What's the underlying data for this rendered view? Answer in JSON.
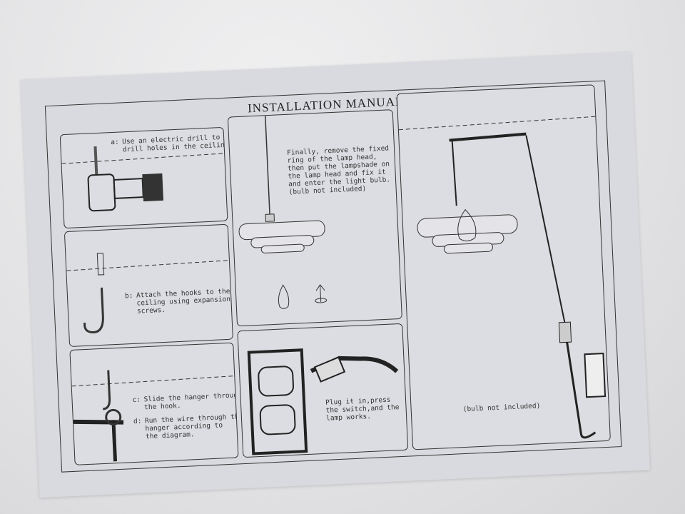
{
  "manual": {
    "title": "INSTALLATION MANUAL",
    "steps": {
      "a": {
        "label": "a:",
        "text": "Use an electric drill to\ndrill holes in the ceiling."
      },
      "b": {
        "label": "b:",
        "text": "Attach the hooks to the\nceiling using expansion\nscrews."
      },
      "c": {
        "label": "c:",
        "text": "Slide the hanger through\nthe hook."
      },
      "d": {
        "label": "d:",
        "text": "Run the wire through the\nhanger according to\nthe diagram."
      }
    },
    "finish_text": "Finally, remove the fixed\nring of the lamp head,\nthen put the lampshade on\nthe lamp head and fix it\nand enter the light bulb.\n(bulb not included)",
    "plug_text": "Plug it in,press\nthe switch,and the\nlamp works.",
    "final_note": "(bulb not included)"
  }
}
